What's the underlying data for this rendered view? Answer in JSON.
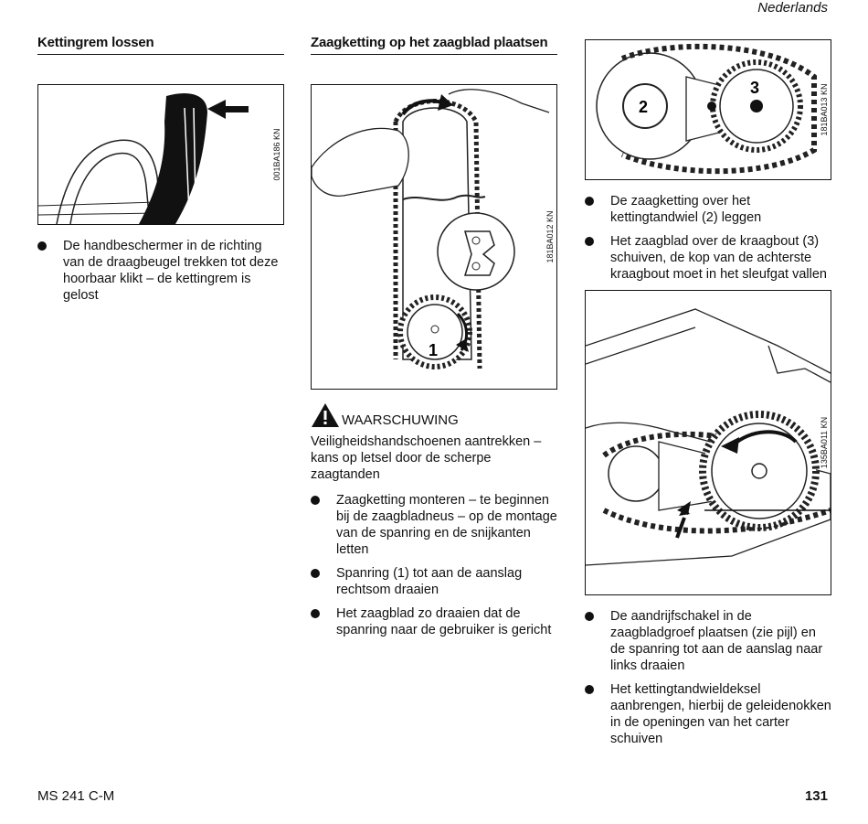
{
  "header": {
    "language": "Nederlands"
  },
  "col1": {
    "heading": "Kettingrem lossen",
    "figure_code": "001BA186 KN",
    "bullets": [
      "De handbeschermer in de richting van de draagbeugel trekken tot deze hoorbaar klikt – de kettingrem is gelost"
    ]
  },
  "col2": {
    "heading": "Zaagketting op het zaagblad plaatsen",
    "figure_code": "181BA012 KN",
    "figure_label": "1",
    "warning": "WAARSCHUWING",
    "warning_text": "Veiligheidshandschoenen aantrekken – kans op letsel door de scherpe zaagtanden",
    "bullets": [
      "Zaagketting monteren – te beginnen bij de zaagbladneus – op de montage van de spanring en de snijkanten letten",
      "Spanring (1) tot aan de aanslag rechtsom draaien",
      "Het zaagblad zo draaien dat de spanring naar de gebruiker is gericht"
    ]
  },
  "col3": {
    "figure1_code": "181BA013 KN",
    "figure1_label_a": "2",
    "figure1_label_b": "3",
    "bullets1": [
      "De zaagketting over het kettingtandwiel (2) leggen",
      "Het zaagblad over de kraagbout (3) schuiven, de kop van de achterste kraagbout moet in het sleufgat vallen"
    ],
    "figure2_code": "135BA011 KN",
    "bullets2": [
      "De aandrijfschakel in de zaagbladgroef plaatsen (zie pijl) en de spanring tot aan de aanslag naar links draaien",
      "Het kettingtandwieldeksel aanbrengen, hierbij de geleidenokken in de openingen van het carter schuiven"
    ]
  },
  "footer": {
    "model": "MS 241 C-M",
    "page": "131"
  }
}
